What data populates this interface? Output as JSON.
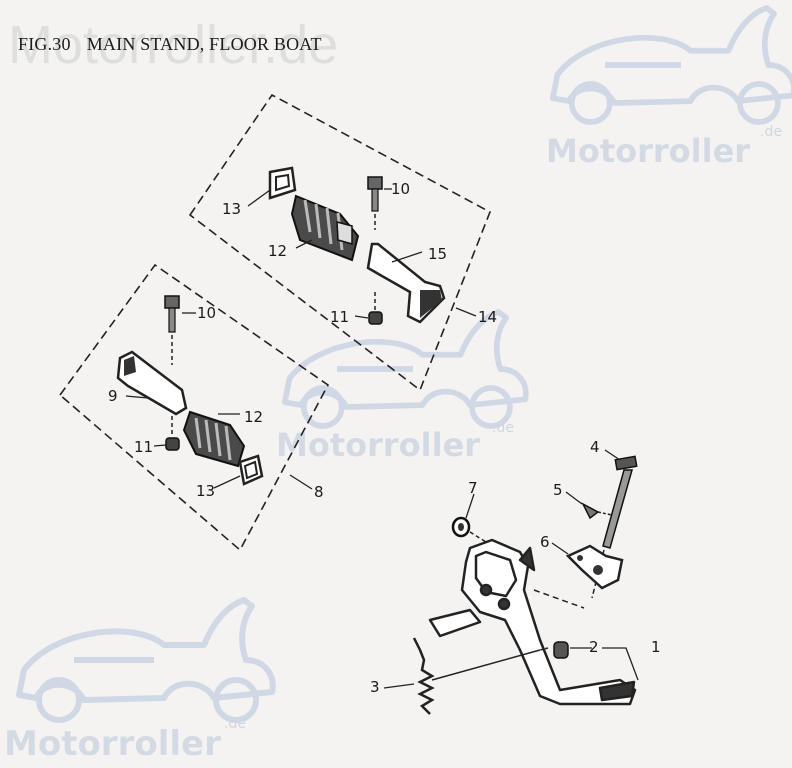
{
  "figure": {
    "number": "FIG.30",
    "title": "MAIN STAND, FLOOR BOAT"
  },
  "watermark": {
    "brand": "Motorroller",
    "tld": ".de",
    "header_text": "Motorroller.de"
  },
  "callouts": {
    "c1": "1",
    "c2": "2",
    "c3": "3",
    "c4": "4",
    "c5": "5",
    "c6": "6",
    "c7": "7",
    "c8": "8",
    "c9": "9",
    "c10a": "10",
    "c10b": "10",
    "c11a": "11",
    "c11b": "11",
    "c12a": "12",
    "c12b": "12",
    "c13a": "13",
    "c13b": "13",
    "c14": "14",
    "c15": "15"
  },
  "icons": {
    "scooter": "scooter-watermark-icon"
  }
}
